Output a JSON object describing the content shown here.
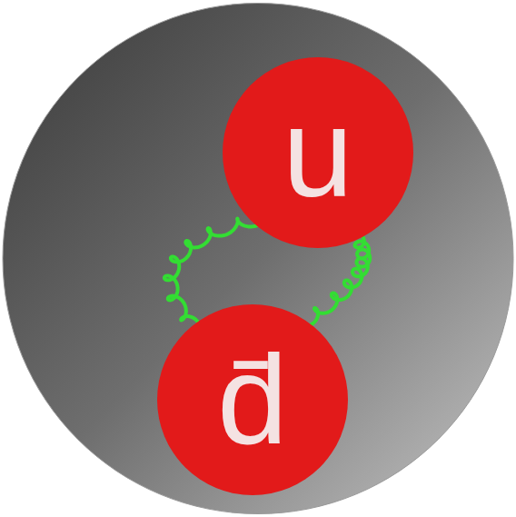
{
  "diagram": {
    "nodes": [
      {
        "text": [
          "u"
        ]
      },
      {
        "text": [
          "d̄"
        ]
      }
    ],
    "edges": [
      {
        "from": 0,
        "to": 1,
        "arrow": "none"
      },
      {
        "from": 0,
        "to": 1,
        "arrow": "none"
      }
    ]
  }
}
